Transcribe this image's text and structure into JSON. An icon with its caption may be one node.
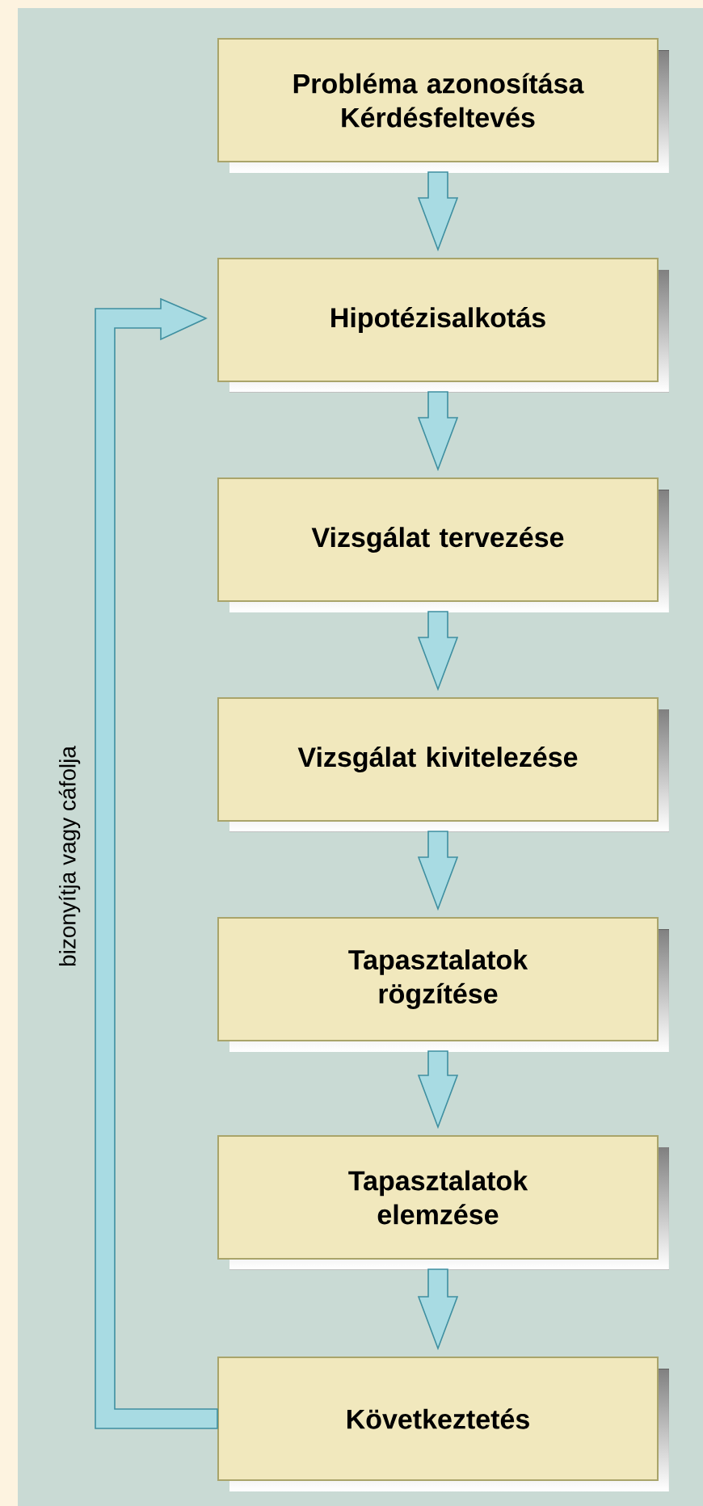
{
  "diagram": {
    "nodes": [
      {
        "text": [
          "Probléma azonosítása",
          "Kérdésfeltevés"
        ]
      },
      {
        "text": [
          "Hipotézisalkotás"
        ]
      },
      {
        "text": [
          "Vizsgálat tervezése"
        ]
      },
      {
        "text": [
          "Vizsgálat kivitelezése"
        ]
      },
      {
        "text": [
          "Tapasztalatok rögzítése"
        ]
      },
      {
        "text": [
          "Tapasztalatok elemzése"
        ]
      },
      {
        "text": [
          "Következtetés"
        ]
      }
    ],
    "edges": [
      {
        "from": 0,
        "to": 1,
        "arrow": "to"
      },
      {
        "from": 1,
        "to": 2,
        "arrow": "to"
      },
      {
        "from": 2,
        "to": 3,
        "arrow": "to"
      },
      {
        "from": 3,
        "to": 4,
        "arrow": "to"
      },
      {
        "from": 4,
        "to": 5,
        "arrow": "to"
      },
      {
        "from": 5,
        "to": 6,
        "arrow": "to"
      },
      {
        "from": 6,
        "to": 1,
        "arrow": "to",
        "label": "bizonyítja vagy cáfolja"
      }
    ]
  }
}
